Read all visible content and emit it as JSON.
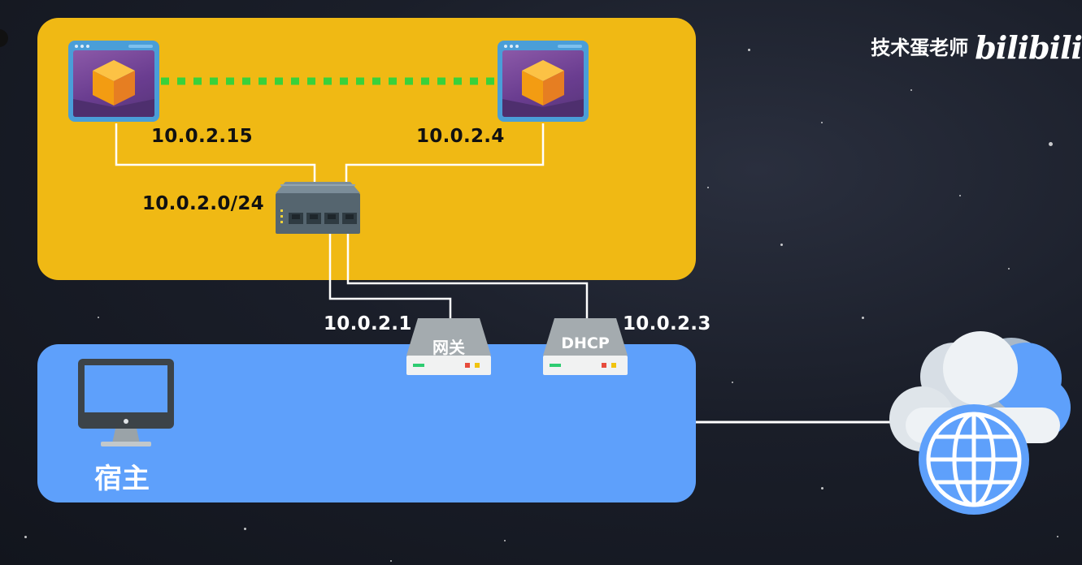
{
  "watermark": {
    "author": "技术蛋老师",
    "logo": "bilibili"
  },
  "nat_network": {
    "vm1_ip": "10.0.2.15",
    "vm2_ip": "10.0.2.4",
    "subnet": "10.0.2.0/24"
  },
  "gateway": {
    "label": "网关",
    "ip": "10.0.2.1"
  },
  "dhcp": {
    "label": "DHCP",
    "ip": "10.0.2.3"
  },
  "host": {
    "label": "宿主"
  },
  "colors": {
    "nat_panel": "#f0b914",
    "host_panel": "#5ea0fb",
    "vm_link": "#3ad13a",
    "wire": "#ffffff",
    "background": "#1a1e29"
  },
  "icons": [
    "vm-window-icon",
    "network-switch-icon",
    "server-icon",
    "monitor-icon",
    "cloud-globe-icon"
  ]
}
